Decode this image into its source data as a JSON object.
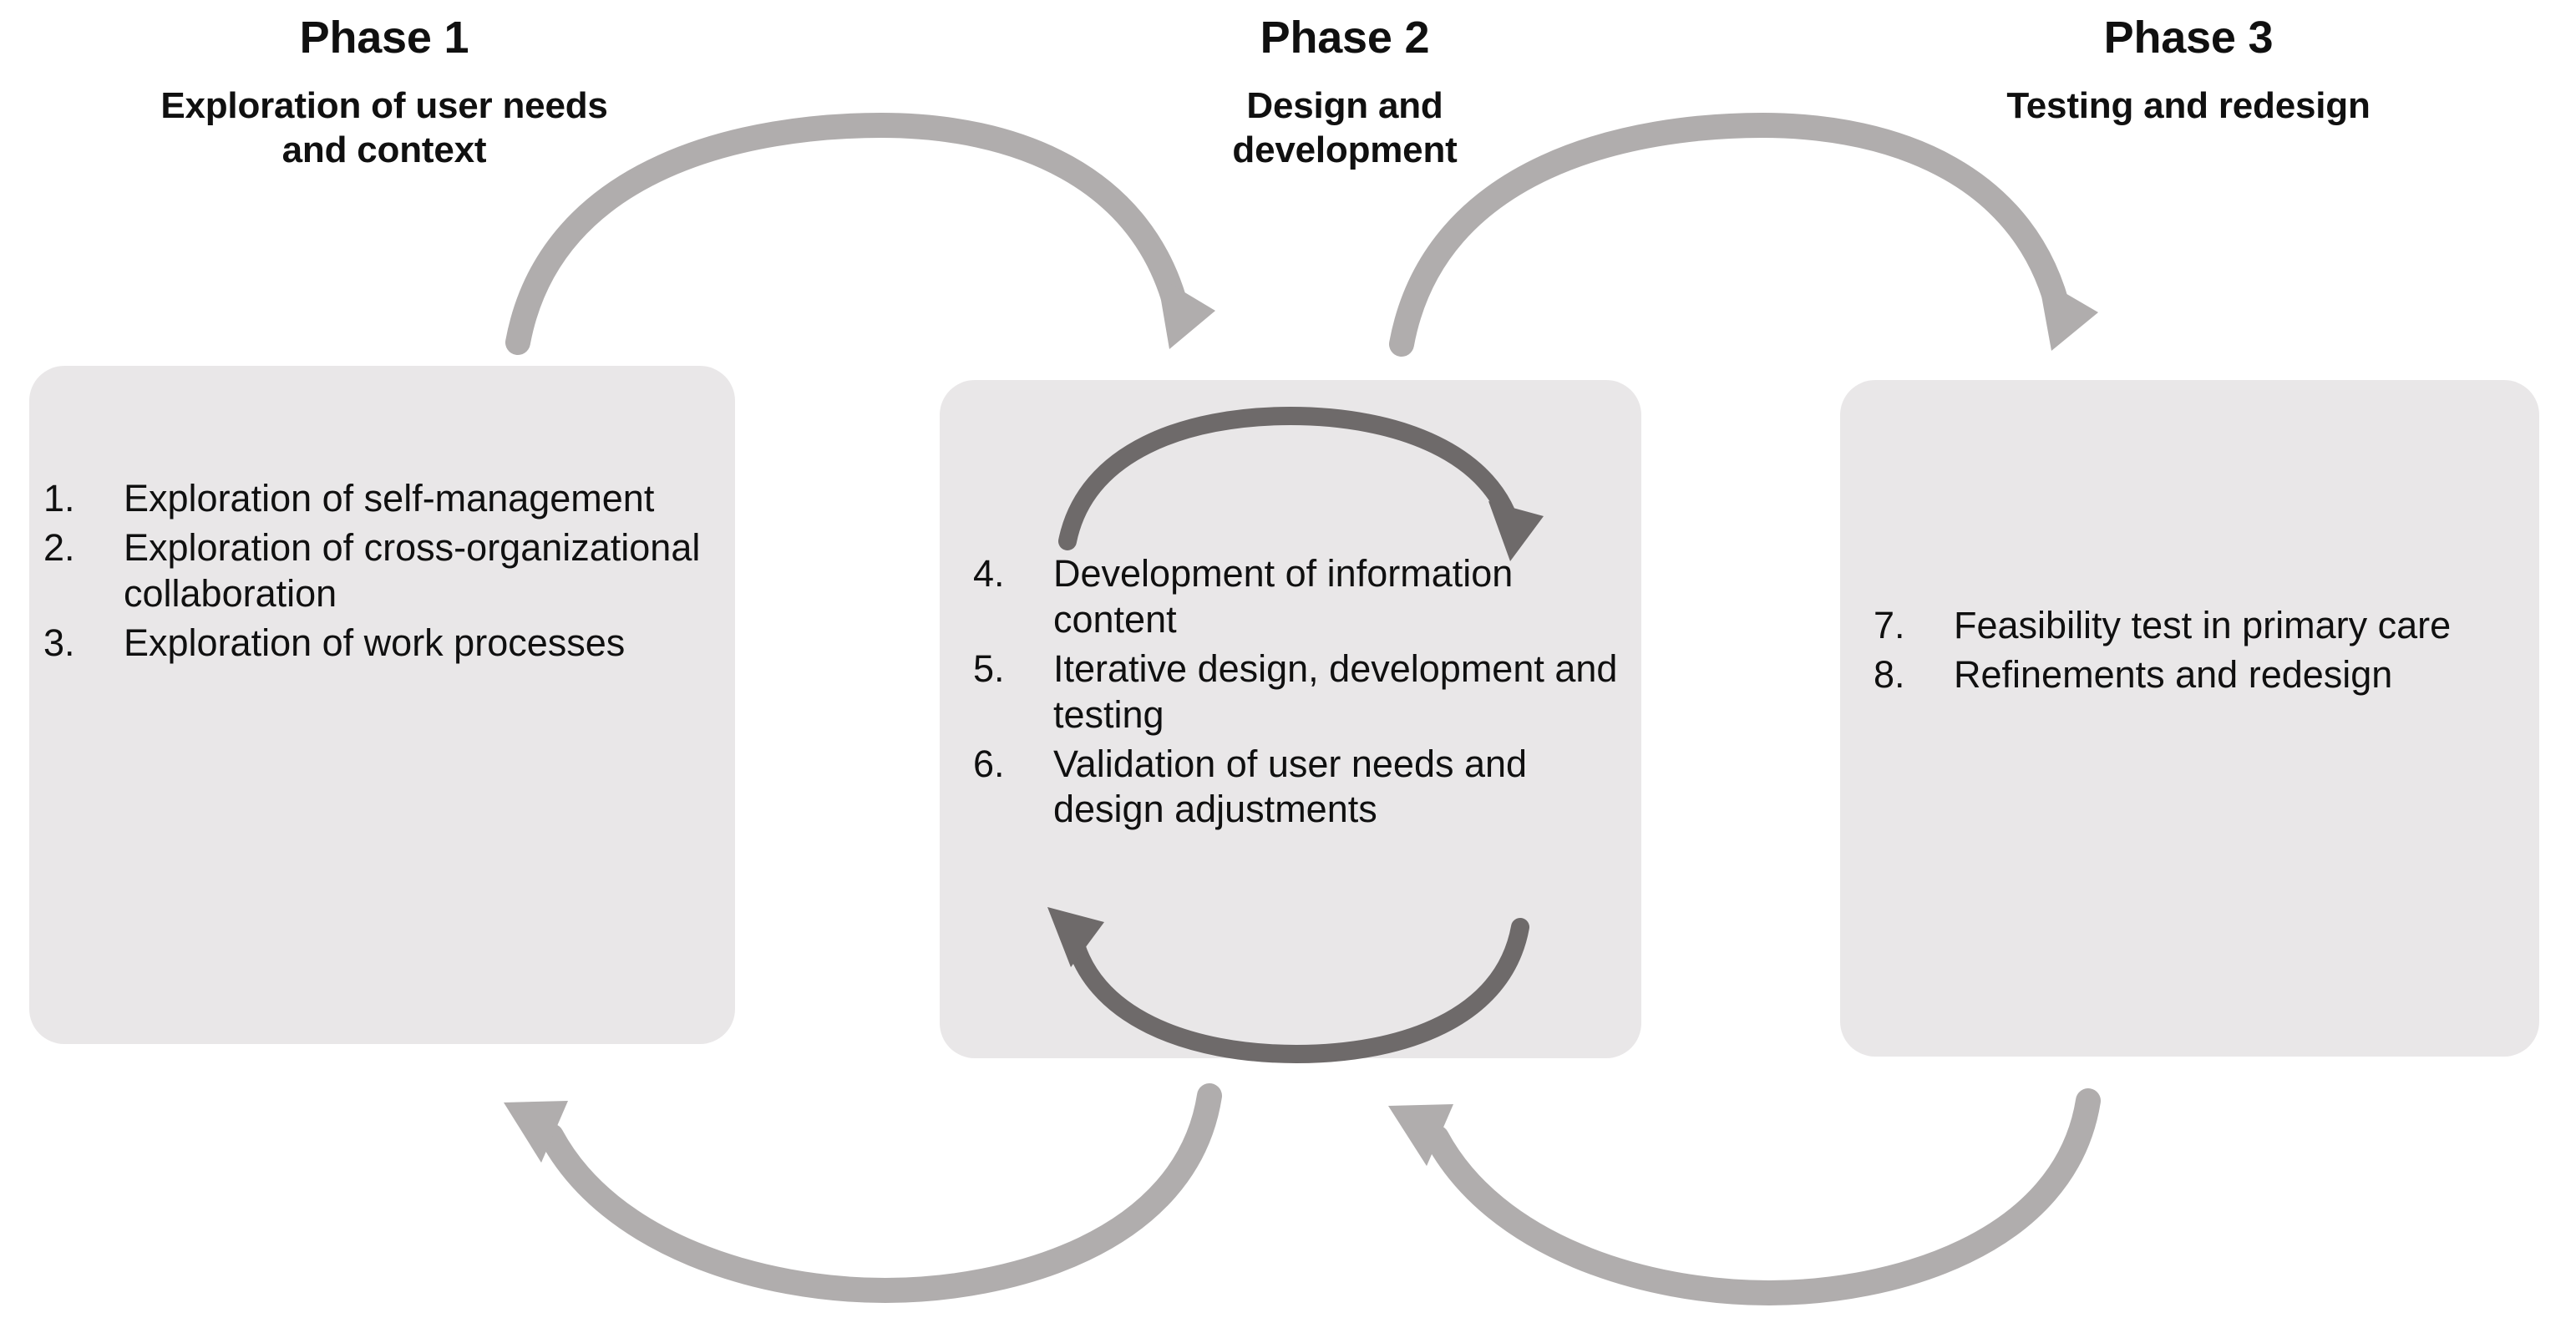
{
  "diagram": {
    "type": "process-cycle-diagram",
    "background_color": "#ffffff",
    "box_fill_color": "#e9e7e8",
    "outer_arrow_color": "#b0adad",
    "inner_arrow_color": "#6e6a6a",
    "text_color": "#101010"
  },
  "phases": [
    {
      "title": "Phase 1",
      "subtitle_line1": "Exploration of user needs",
      "subtitle_line2": "and context",
      "items": [
        {
          "num": "1.",
          "text": "Exploration of self-management"
        },
        {
          "num": "2.",
          "text": "Exploration of cross-organizational collaboration"
        },
        {
          "num": "3.",
          "text": "Exploration of work processes"
        }
      ]
    },
    {
      "title": "Phase 2",
      "subtitle_line1": "Design and",
      "subtitle_line2": "development",
      "items": [
        {
          "num": "4.",
          "text": "Development of information content"
        },
        {
          "num": "5.",
          "text": "Iterative design, development and testing"
        },
        {
          "num": "6.",
          "text": "Validation of user needs and design adjustments"
        }
      ]
    },
    {
      "title": "Phase 3",
      "subtitle_line1": "Testing and redesign",
      "subtitle_line2": "",
      "items": [
        {
          "num": "7.",
          "text": "Feasibility test in primary care"
        },
        {
          "num": "8.",
          "text": "Refinements and redesign"
        }
      ]
    }
  ],
  "arrows": [
    {
      "name": "arrow-phase1-to-phase2",
      "direction": "left-to-right",
      "style": "arc-over",
      "color": "#b0adad"
    },
    {
      "name": "arrow-phase2-to-phase3",
      "direction": "left-to-right",
      "style": "arc-over",
      "color": "#b0adad"
    },
    {
      "name": "arrow-phase2-to-phase1",
      "direction": "right-to-left",
      "style": "arc-under",
      "color": "#b0adad"
    },
    {
      "name": "arrow-phase3-to-phase2",
      "direction": "right-to-left",
      "style": "arc-under",
      "color": "#b0adad"
    },
    {
      "name": "arrow-iterate-top",
      "direction": "left-to-right",
      "style": "arc-over-inner",
      "color": "#6e6a6a"
    },
    {
      "name": "arrow-iterate-bottom",
      "direction": "right-to-left",
      "style": "arc-under-inner",
      "color": "#6e6a6a"
    }
  ]
}
